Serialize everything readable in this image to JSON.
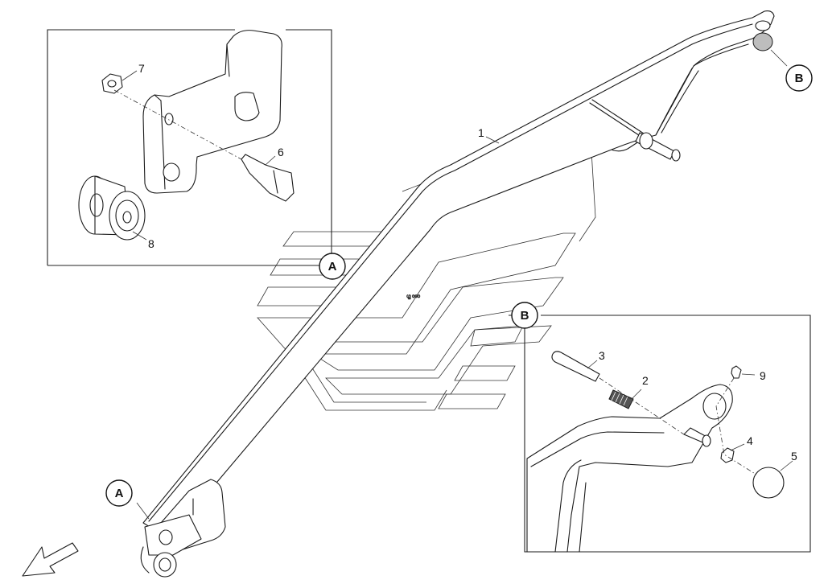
{
  "part_numbers": {
    "p1": "1",
    "p2": "2",
    "p3": "3",
    "p4": "4",
    "p5": "5",
    "p6": "6",
    "p7": "7",
    "p8": "8",
    "p9": "9"
  },
  "callouts": {
    "a_detail": "A",
    "a_main": "A",
    "b_detail": "B",
    "b_main": "B"
  },
  "colors": {
    "line": "#1a1a1a",
    "background": "#ffffff"
  }
}
